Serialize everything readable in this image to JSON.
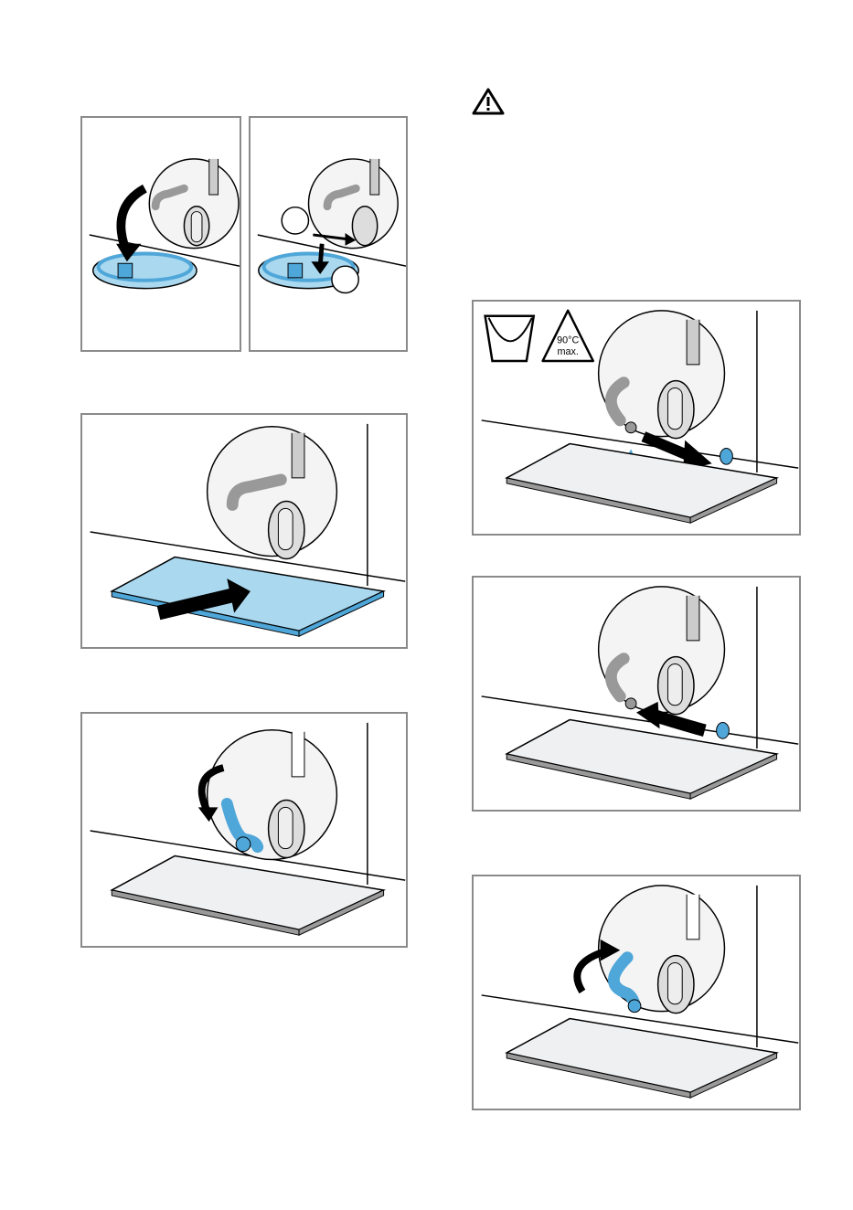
{
  "warning": {
    "icon": "warning-triangle-icon"
  },
  "figures": {
    "fig1a": {
      "name": "open-flap-illustration"
    },
    "fig1b": {
      "name": "remove-flap-illustration"
    },
    "fig2": {
      "name": "place-tray-illustration"
    },
    "fig3": {
      "name": "pull-hose-illustration"
    },
    "fig4": {
      "name": "drain-water-illustration",
      "bucket_icon": "bucket-icon",
      "temperature_label": "90°C",
      "max_label": "max."
    },
    "fig5": {
      "name": "reinsert-cap-illustration"
    },
    "fig6": {
      "name": "stow-hose-illustration"
    }
  },
  "colors": {
    "accent_blue": "#4fa6d8",
    "light_blue": "#a9d8ef",
    "grey": "#9a9a9a",
    "frame": "#8a8a8a"
  }
}
